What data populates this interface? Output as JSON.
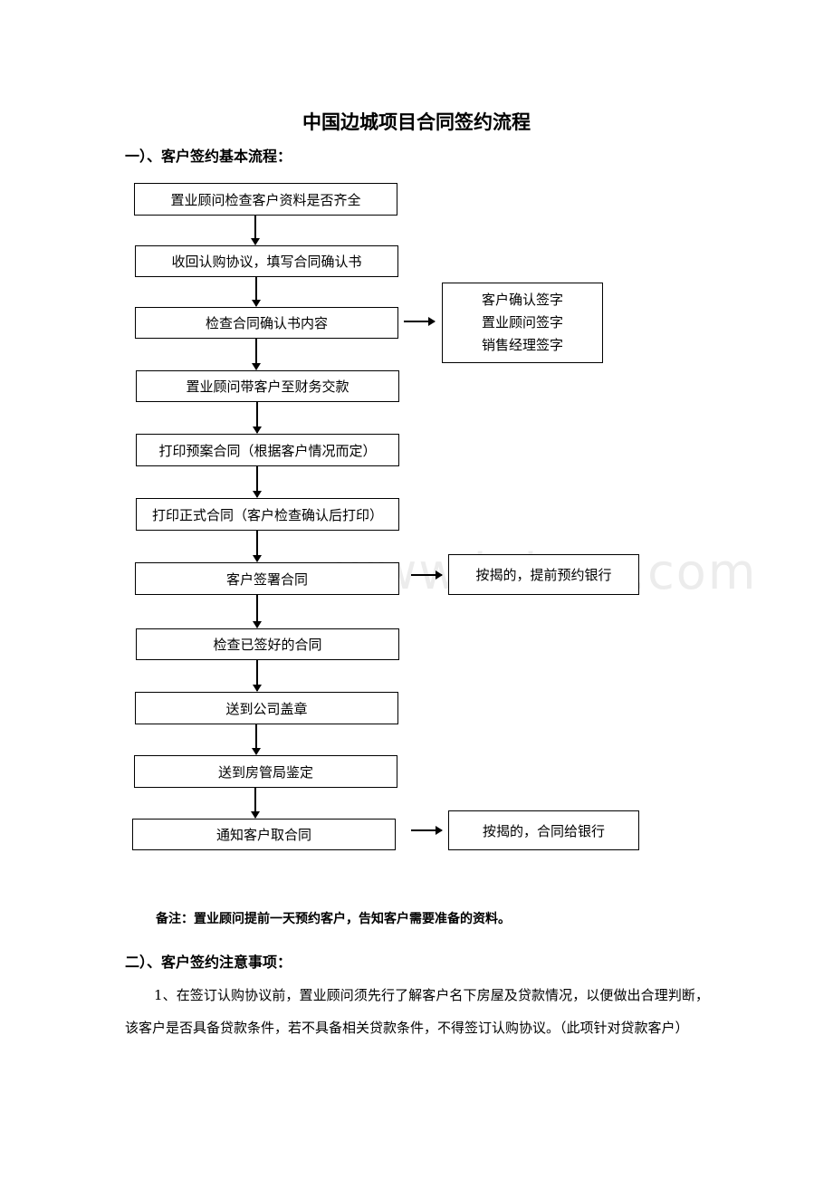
{
  "document": {
    "title": "中国边城项目合同签约流程",
    "watermark": "www.bdocx.com",
    "section1": {
      "heading": "一）、客户签约基本流程："
    },
    "flow": {
      "steps": [
        "置业顾问检查客户资料是否齐全",
        "收回认购协议，填写合同确认书",
        "检查合同确认书内容",
        "置业顾问带客户至财务交款",
        "打印预案合同（根据客户情况而定）",
        "打印正式合同（客户检查确认后打印）",
        "客户签署合同",
        "检查已签好的合同",
        "送到公司盖章",
        "送到房管局鉴定",
        "通知客户取合同"
      ],
      "side_signatures": [
        "客户确认签字",
        "置业顾问签字",
        "销售经理签字"
      ],
      "side_mortgage_bank": "按揭的，提前预约银行",
      "side_contract_bank": "按揭的，合同给银行"
    },
    "note": "备注：置业顾问提前一天预约客户，告知客户需要准备的资料。",
    "section2": {
      "heading": "二）、客户签约注意事项：",
      "item1": "1、在签订认购协议前，置业顾问须先行了解客户名下房屋及贷款情况，以便做出合理判断，该客户是否具备贷款条件，若不具备相关贷款条件，不得签订认购协议。（此项针对贷款客户）"
    }
  }
}
